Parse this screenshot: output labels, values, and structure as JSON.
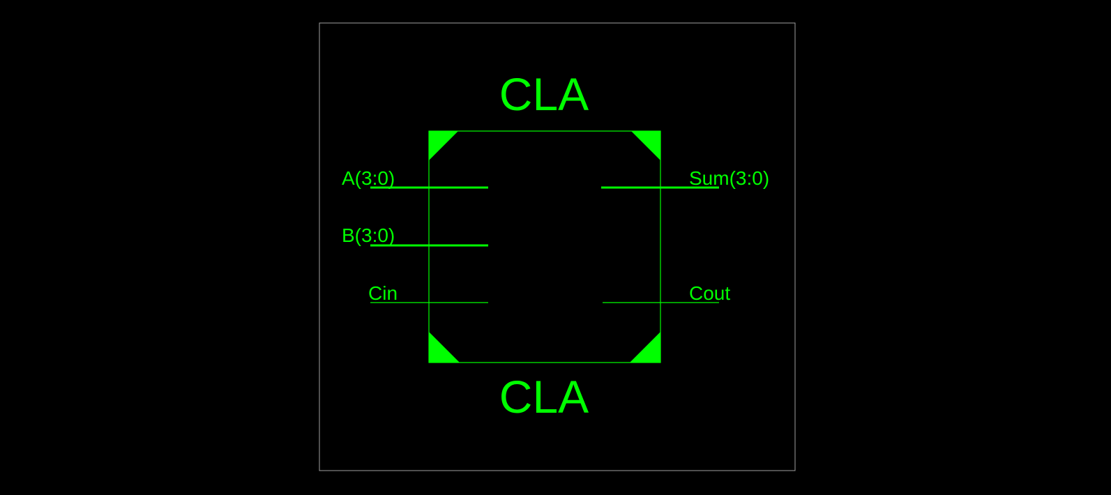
{
  "symbol": {
    "top_label": "CLA",
    "bottom_label": "CLA"
  },
  "pins": {
    "a": "A(3:0)",
    "b": "B(3:0)",
    "cin": "Cin",
    "sum": "Sum(3:0)",
    "cout": "Cout"
  },
  "colors": {
    "background": "#000000",
    "symbol": "#00ff00",
    "frame": "#a0a0a0"
  }
}
